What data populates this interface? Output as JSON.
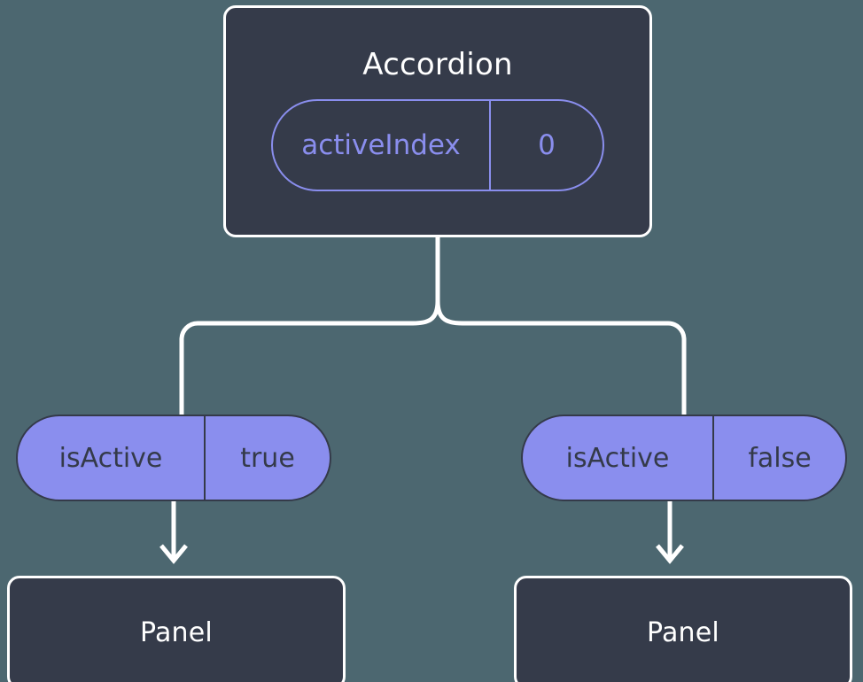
{
  "theme": {
    "background": "#4c6770",
    "node_fill": "#353b4a",
    "node_border": "#ffffff",
    "accent_purple": "#8a8eee",
    "connector": "#ffffff",
    "pill_text_dark": "#343a49"
  },
  "diagram": {
    "type": "component-tree",
    "root": {
      "title": "Accordion",
      "prop": {
        "key": "activeIndex",
        "value": "0"
      }
    },
    "children": [
      {
        "prop": {
          "key": "isActive",
          "value": "true"
        },
        "title": "Panel"
      },
      {
        "prop": {
          "key": "isActive",
          "value": "false"
        },
        "title": "Panel"
      }
    ]
  }
}
